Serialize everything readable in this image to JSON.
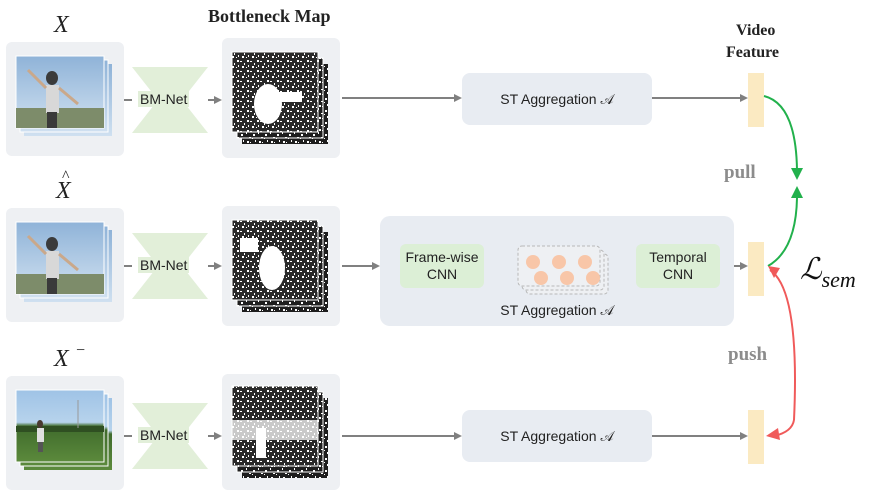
{
  "labels": {
    "bottleneck_map": "Bottleneck Map",
    "video_feature_line1": "Video",
    "video_feature_line2": "Feature",
    "pull": "pull",
    "push": "push",
    "loss_base": "ℒ",
    "loss_sub": "sem"
  },
  "rows": [
    {
      "input_symbol": "X",
      "input_mark": "",
      "input_sup": "",
      "bm_net": "BM-Net",
      "aggregation": "ST Aggregation 𝒜"
    },
    {
      "input_symbol": "X",
      "input_mark": "^",
      "input_sup": "",
      "bm_net": "BM-Net",
      "aggregation": "ST Aggregation 𝒜"
    },
    {
      "input_symbol": "X",
      "input_mark": "",
      "input_sup": "−",
      "bm_net": "BM-Net",
      "aggregation": "ST Aggregation 𝒜"
    }
  ],
  "detail": {
    "frame_cnn_line1": "Frame-wise",
    "frame_cnn_line2": "CNN",
    "temporal_cnn_line1": "Temporal",
    "temporal_cnn_line2": "CNN"
  },
  "colors": {
    "panel_bg": "#eef0f3",
    "bmnet_fill": "#e2efd9",
    "aggregation_bg": "#e8ecf2",
    "cnn_box": "#dcefd6",
    "feature_bar": "#fbeac2",
    "arrow_gray": "#808080",
    "pull_green": "#22b14c",
    "push_red": "#f05a5a",
    "circle_fill": "#f8c6a8"
  }
}
